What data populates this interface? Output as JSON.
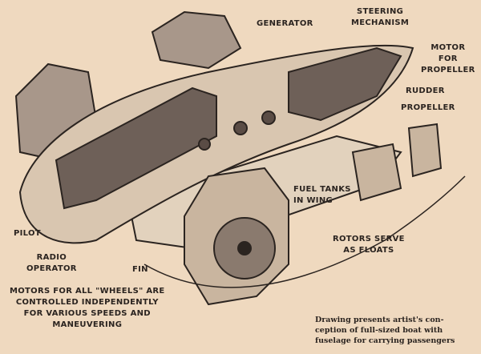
{
  "labels": {
    "generator": "GENERATOR",
    "steering": [
      "STEERING",
      "MECHANISM"
    ],
    "motor_propeller": [
      "MOTOR",
      "FOR",
      "PROPELLER"
    ],
    "rudder": "RUDDER",
    "propeller": "PROPELLER",
    "fuel_tanks": [
      "FUEL TANKS",
      "IN WING"
    ],
    "rotors": [
      "ROTORS SERVE",
      "AS FLOATS"
    ],
    "pilot": "PILOT",
    "radio_operator": [
      "RADIO",
      "OPERATOR"
    ],
    "fin": "FIN",
    "motors_wheels": [
      "MOTORS FOR ALL \"WHEELS\" ARE",
      "CONTROLLED INDEPENDENTLY",
      "FOR VARIOUS SPEEDS AND",
      "MANEUVERING"
    ]
  },
  "caption": [
    "Drawing presents artist's con-",
    "ception of full-sized boat with",
    "fuselage for carrying passengers"
  ],
  "colors": {
    "paper": "#efd9bf",
    "ink": "#2b2420",
    "body": "#d9c6b0"
  }
}
